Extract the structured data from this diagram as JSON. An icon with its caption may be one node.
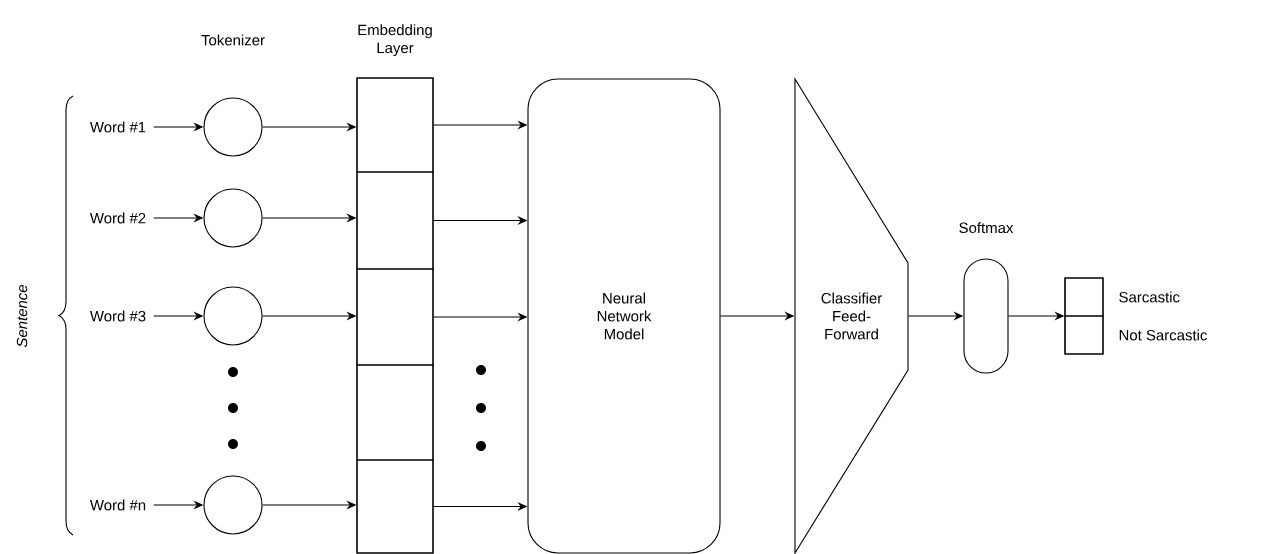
{
  "diagram": {
    "nodes": [
      {
        "text": [
          "Word #1"
        ]
      },
      {
        "text": [
          "Word #2"
        ]
      },
      {
        "text": [
          "Word #3"
        ]
      },
      {
        "text": [
          "Word #n"
        ]
      },
      {
        "text": [],
        "shape": "circle"
      },
      {
        "text": [],
        "shape": "circle"
      },
      {
        "text": [],
        "shape": "circle"
      },
      {
        "text": [],
        "shape": "circle"
      },
      {
        "text": [
          "Embedding Layer"
        ]
      },
      {
        "text": [],
        "shape": "box",
        "in": 8
      },
      {
        "text": [],
        "shape": "box",
        "in": 8
      },
      {
        "text": [],
        "shape": "box",
        "in": 8
      },
      {
        "text": [],
        "shape": "box",
        "in": 8
      },
      {
        "text": [],
        "shape": "box",
        "in": 8
      },
      {
        "text": [
          "Neural Network Model"
        ]
      },
      {
        "text": [
          "Classifier Feed-Forward"
        ]
      },
      {
        "text": [
          "Softmax"
        ]
      },
      {
        "text": [],
        "shape": "box"
      },
      {
        "text": [],
        "shape": "box",
        "in": 17,
        "beside": [
          "Sarcastic"
        ]
      },
      {
        "text": [],
        "shape": "box",
        "in": 17,
        "beside": [
          "Not Sarcastic"
        ]
      }
    ],
    "edges": [
      {
        "from": 0,
        "to": 4,
        "arrow": "to"
      },
      {
        "from": 1,
        "to": 5,
        "arrow": "to"
      },
      {
        "from": 2,
        "to": 6,
        "arrow": "to"
      },
      {
        "from": 3,
        "to": 7,
        "arrow": "to"
      },
      {
        "from": 4,
        "to": 9,
        "arrow": "to"
      },
      {
        "from": 5,
        "to": 10,
        "arrow": "to"
      },
      {
        "from": 6,
        "to": 11,
        "arrow": "to"
      },
      {
        "from": 7,
        "to": 13,
        "arrow": "to"
      },
      {
        "from": 9,
        "to": 14,
        "arrow": "to"
      },
      {
        "from": 10,
        "to": 14,
        "arrow": "to"
      },
      {
        "from": 11,
        "to": 14,
        "arrow": "to"
      },
      {
        "from": 13,
        "to": 14,
        "arrow": "to"
      },
      {
        "from": 14,
        "to": 15,
        "arrow": "to"
      },
      {
        "from": 15,
        "to": 16,
        "arrow": "to"
      },
      {
        "from": 16,
        "to": 17,
        "arrow": "to"
      }
    ],
    "labels": [
      "Tokenizer",
      "Sentence"
    ]
  }
}
